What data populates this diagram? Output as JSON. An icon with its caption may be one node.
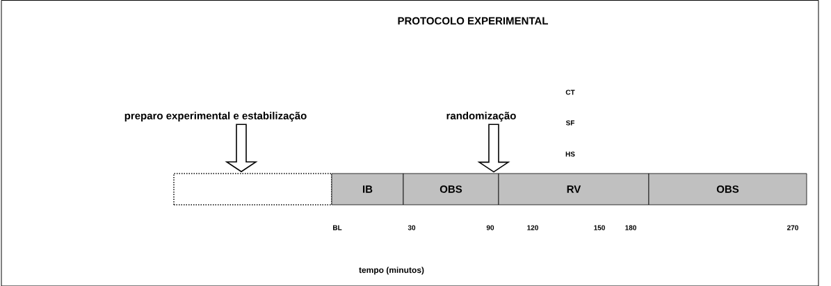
{
  "diagram": {
    "title": "PROTOCOLO EXPERIMENTAL",
    "nodes": [
      {
        "text": [
          "preparo experimental e estabilização"
        ]
      },
      {
        "text": [
          "randomização"
        ]
      },
      {
        "text": [],
        "shape": "box"
      },
      {
        "text": [
          "IB"
        ]
      },
      {
        "text": [
          "OBS"
        ]
      },
      {
        "text": [
          "RV"
        ]
      },
      {
        "text": [
          "OBS"
        ]
      }
    ],
    "edges": [
      {
        "from": 0,
        "to": 2,
        "arrow": "to"
      },
      {
        "from": 1,
        "to": 4,
        "arrow": "to"
      }
    ],
    "labels": [
      "CT",
      "SF",
      "HS",
      "BL",
      "30",
      "90",
      "120",
      "150",
      "180",
      "270",
      "tempo (minutos)"
    ]
  }
}
